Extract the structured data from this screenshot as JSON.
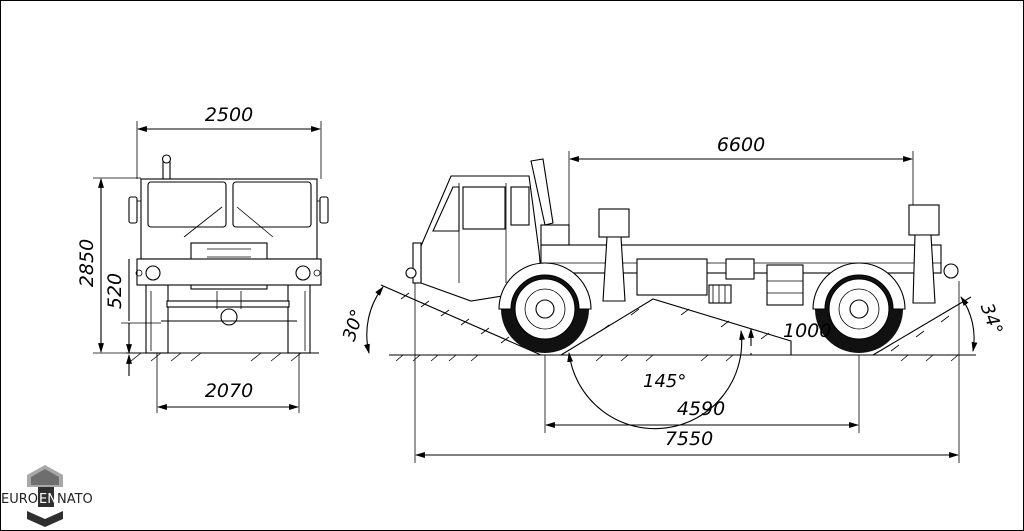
{
  "dimensions": {
    "front_width": "2500",
    "front_height": "2850",
    "ground_clearance": "520",
    "track_width": "2070",
    "platform_length": "6600",
    "wheelbase": "4590",
    "overall_length": "7550",
    "obstacle_height": "1000"
  },
  "angles": {
    "approach": "30°",
    "departure": "34°",
    "ramp_breakover": "145°"
  },
  "logo": {
    "text_left": "EURO",
    "text_mid": "EN",
    "text_right": "NATO",
    "colors": {
      "dark": "#2f2f2f",
      "mid": "#6e6e6e",
      "light": "#a8a8a8"
    }
  },
  "colors": {
    "line": "#000000",
    "background": "#ffffff"
  }
}
